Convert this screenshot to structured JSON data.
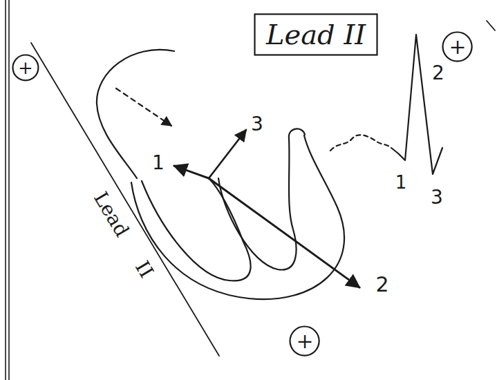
{
  "diagram": {
    "nodes": [
      {
        "text": [
          "+"
        ]
      },
      {
        "text": [
          "Lead II"
        ]
      },
      {
        "text": [
          "+"
        ]
      },
      {
        "text": [
          "+"
        ]
      }
    ],
    "labels": [
      "Lead II",
      "1",
      "3",
      "2",
      "1",
      "2",
      "3"
    ]
  }
}
